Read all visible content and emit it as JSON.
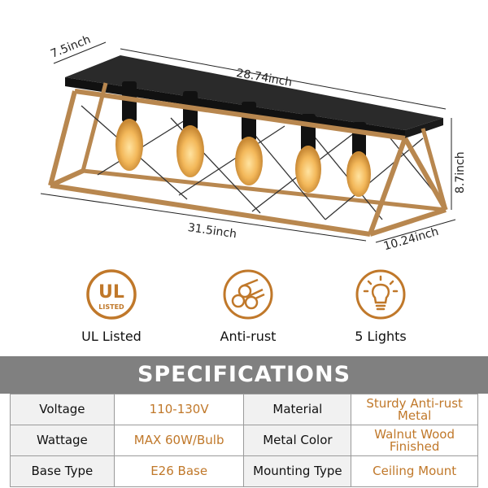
{
  "dimensions": {
    "depth_top": "7.5inch",
    "length_top": "28.74inch",
    "height": "8.7inch",
    "length_bottom": "31.5inch",
    "depth_bottom": "10.24inch"
  },
  "features": [
    {
      "icon": "ul-listed-badge-icon",
      "badge_top": "UL",
      "badge_bottom": "LISTED",
      "label": "UL Listed"
    },
    {
      "icon": "pipes-anti-rust-icon",
      "label": "Anti-rust"
    },
    {
      "icon": "lightbulb-icon",
      "label": "5 Lights"
    }
  ],
  "specifications": {
    "title": "SPECIFICATIONS",
    "rows": [
      {
        "key1": "Voltage",
        "val1": "110-130V",
        "key2": "Material",
        "val2a": "Sturdy Anti-rust",
        "val2b": "Metal"
      },
      {
        "key1": "Wattage",
        "val1": "MAX 60W/Bulb",
        "key2": "Metal Color",
        "val2a": "Walnut Wood",
        "val2b": "Finished"
      },
      {
        "key1": "Base Type",
        "val1": "E26 Base",
        "key2": "Mounting Type",
        "val2a": "Ceiling Mount",
        "val2b": ""
      }
    ]
  },
  "colors": {
    "accent": "#c0782a",
    "header_bg": "#808080",
    "wood": "#b8874f",
    "metal": "#1e1e1e"
  }
}
